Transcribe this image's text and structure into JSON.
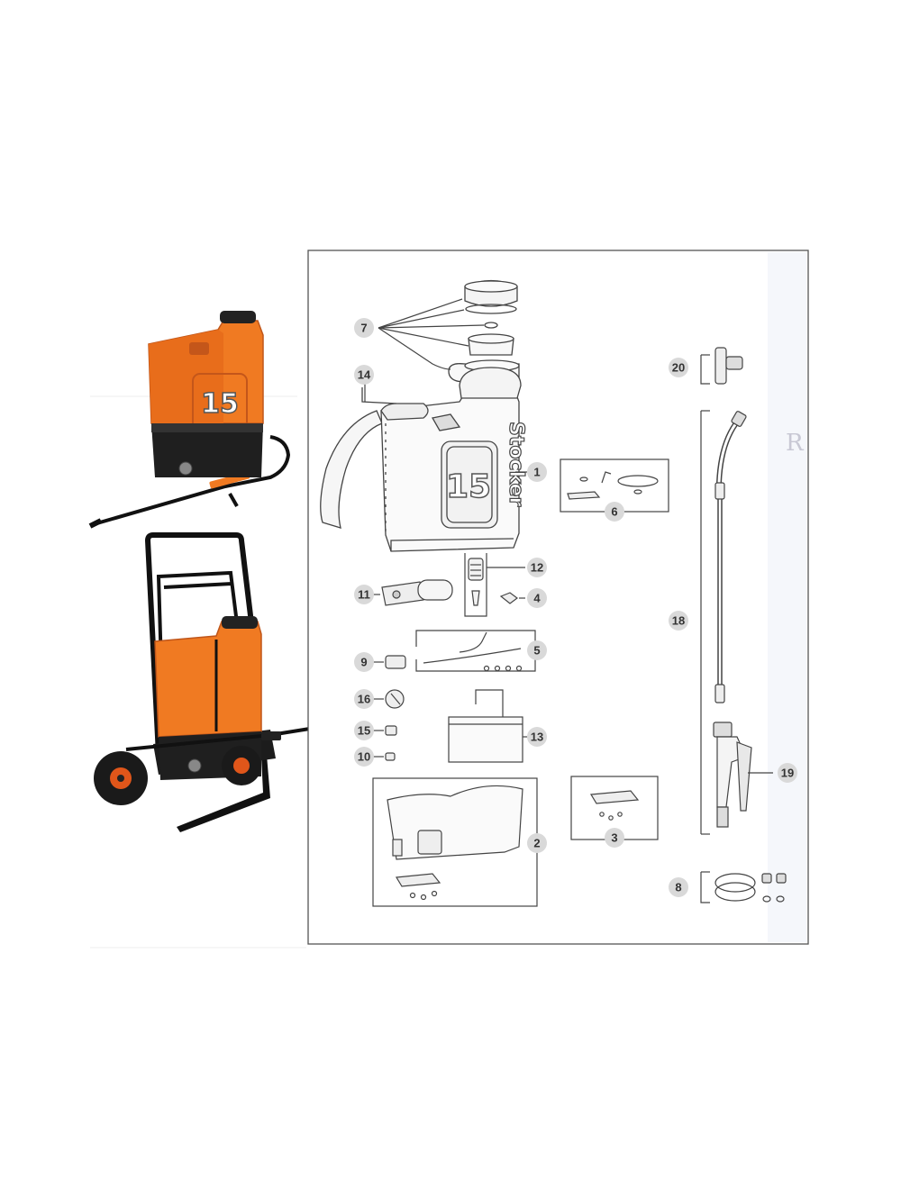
{
  "product": {
    "tank_number": "15",
    "brand": "Stocker",
    "handwritten_note": "R"
  },
  "parts": [
    {
      "id": "p1",
      "number": "1"
    },
    {
      "id": "p2",
      "number": "2"
    },
    {
      "id": "p3",
      "number": "3"
    },
    {
      "id": "p4",
      "number": "4"
    },
    {
      "id": "p5",
      "number": "5"
    },
    {
      "id": "p6",
      "number": "6"
    },
    {
      "id": "p7",
      "number": "7"
    },
    {
      "id": "p8",
      "number": "8"
    },
    {
      "id": "p9",
      "number": "9"
    },
    {
      "id": "p10",
      "number": "10"
    },
    {
      "id": "p11",
      "number": "11"
    },
    {
      "id": "p12",
      "number": "12"
    },
    {
      "id": "p13",
      "number": "13"
    },
    {
      "id": "p14",
      "number": "14"
    },
    {
      "id": "p15",
      "number": "15"
    },
    {
      "id": "p16",
      "number": "16"
    },
    {
      "id": "p18",
      "number": "18"
    },
    {
      "id": "p19",
      "number": "19"
    },
    {
      "id": "p20",
      "number": "20"
    }
  ],
  "colors": {
    "tank_orange": "#f07a22",
    "tank_orange_dark": "#d4601a",
    "base_black": "#222222",
    "badge_fill": "#d9d9d9",
    "line": "#444444",
    "frame": "#555555"
  }
}
